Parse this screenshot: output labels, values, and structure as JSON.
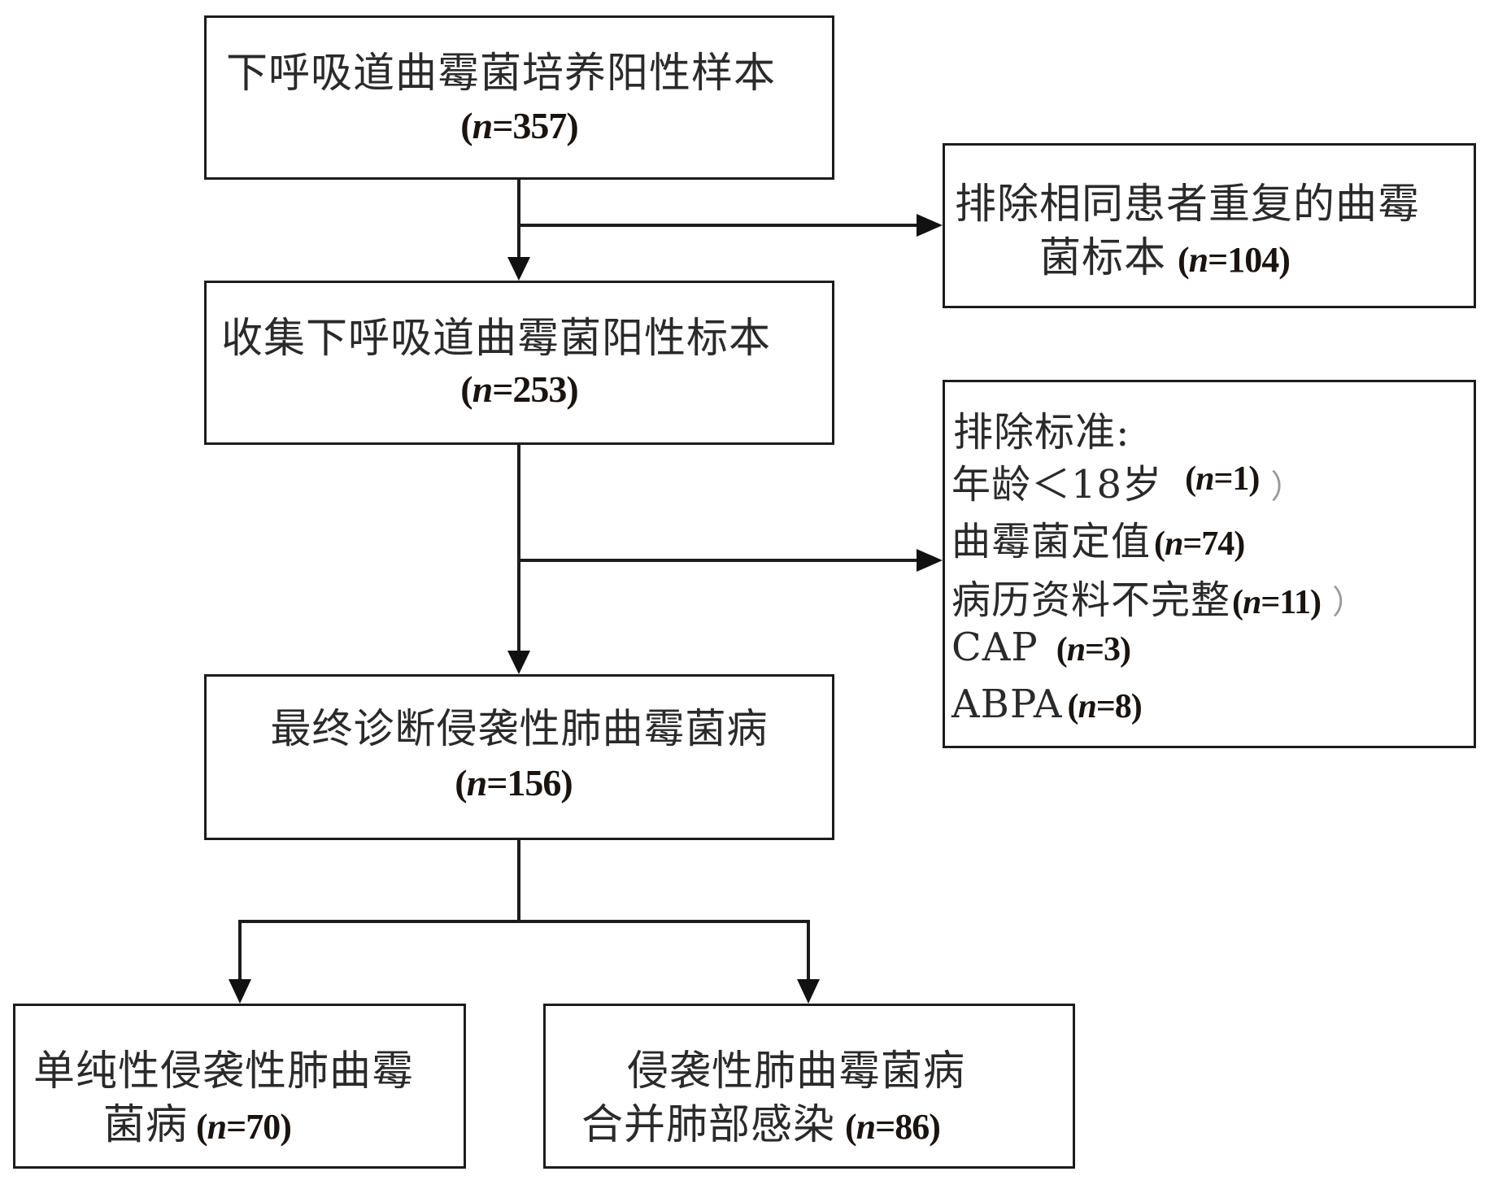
{
  "flowchart": {
    "nodes": {
      "initial": {
        "title": "下呼吸道曲霉菌培养阳性样本",
        "count_prefix": "(",
        "count_var": "n",
        "count_eq": "=357)",
        "n": 357
      },
      "exclude_duplicates": {
        "line1": "排除相同患者重复的曲霉",
        "line2": "菌标本",
        "count_prefix": "(",
        "count_var": "n",
        "count_eq": "=104)",
        "n": 104
      },
      "collected": {
        "title": "收集下呼吸道曲霉菌阳性标本",
        "count_prefix": "(",
        "count_var": "n",
        "count_eq": "=253)",
        "n": 253
      },
      "exclusion_criteria": {
        "heading": "排除标准:",
        "items": [
          {
            "label": "年龄＜18岁",
            "count_prefix": "(",
            "count_var": "n",
            "count_eq": "=1)",
            "n": 1,
            "trailing": "）"
          },
          {
            "label": "曲霉菌定值",
            "count_prefix": "(",
            "count_var": "n",
            "count_eq": "=74)",
            "n": 74,
            "trailing": ""
          },
          {
            "label": "病历资料不完整",
            "count_prefix": "(",
            "count_var": "n",
            "count_eq": "=11)",
            "n": 11,
            "trailing": "）"
          },
          {
            "label": "CAP",
            "count_prefix": "(",
            "count_var": "n",
            "count_eq": "=3)",
            "n": 3,
            "trailing": ""
          },
          {
            "label": "ABPA",
            "count_prefix": "(",
            "count_var": "n",
            "count_eq": "=8)",
            "n": 8,
            "trailing": ""
          }
        ]
      },
      "final_ipa": {
        "title": "最终诊断侵袭性肺曲霉菌病",
        "count_prefix": "(",
        "count_var": "n",
        "count_eq": "=156)",
        "n": 156
      },
      "simple_ipa": {
        "line1": "单纯性侵袭性肺曲霉",
        "line2": "菌病",
        "count_prefix": "(",
        "count_var": "n",
        "count_eq": "=70)",
        "n": 70
      },
      "ipa_with_infection": {
        "line1": "侵袭性肺曲霉菌病",
        "line2": "合并肺部感染",
        "count_prefix": "(",
        "count_var": "n",
        "count_eq": "=86)",
        "n": 86
      }
    },
    "edges": [
      {
        "from": "initial",
        "to": "collected"
      },
      {
        "from": "initial",
        "to": "exclude_duplicates"
      },
      {
        "from": "collected",
        "to": "final_ipa"
      },
      {
        "from": "collected",
        "to": "exclusion_criteria"
      },
      {
        "from": "final_ipa",
        "to": "simple_ipa"
      },
      {
        "from": "final_ipa",
        "to": "ipa_with_infection"
      }
    ],
    "colors": {
      "line": "#1c1c1c",
      "text": "#2a2a2a",
      "count_text": "#1a1410",
      "background": "#ffffff"
    }
  }
}
